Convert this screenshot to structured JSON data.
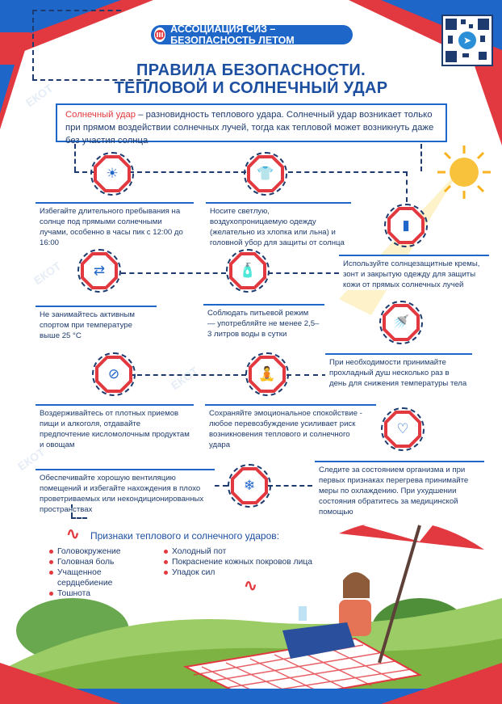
{
  "header": {
    "association": "АССОЦИАЦИЯ СИЗ – БЕЗОПАСНОСТЬ ЛЕТОМ"
  },
  "title": {
    "line1": "ПРАВИЛА БЕЗОПАСНОСТИ.",
    "line2": "ТЕПЛОВОЙ И СОЛНЕЧНЫЙ УДАР"
  },
  "definition": {
    "term": "Солнечный удар",
    "text": " – разновидность теплового удара. Солнечный удар возникает только при прямом воздействии солнечных лучей, тогда как тепловой может возникнуть даже без участия солнца"
  },
  "rules": {
    "r1": "Избегайте длительного пребывания на солнце под прямыми солнечными лучами, особенно в часы пик с 12:00 до 16:00",
    "r2": "Носите светлую, воздухопроницаемую одежду (желательно из хлопка или льна) и головной убор для защиты от солнца",
    "r3": "Используйте солнцезащитные кремы, зонт и закрытую одежду для защиты кожи от прямых солнечных лучей",
    "r4": "Не занимайтесь активным спортом при температуре выше 25 °C",
    "r5a": "Соблюдать питьевой режим",
    "r5b": "— употребляйте не менее 2,5–3 литров воды в сутки",
    "r6": "При необходимости принимайте прохладный душ несколько раз в день для снижения температуры тела",
    "r7": "Воздерживайтесь от плотных приемов пищи и алкоголя, отдавайте предпочтение кисломолочным продуктам и овощам",
    "r8": "Сохраняйте эмоциональное спокойствие - любое перевозбуждение усиливает риск возникновения теплового и солнечного удара",
    "r9": "Следите за состоянием организма и при первых признаках перегрева принимайте меры по охлаждению. При ухудшении состояния обратитесь за медицинской помощью",
    "r10": "Обеспечивайте хорошую вентиляцию помещений и избегайте нахождения в плохо проветриваемых или некондиционированных пространствах"
  },
  "symptoms": {
    "heading": "Признаки теплового и солнечного ударов:",
    "col1": [
      "Головокружение",
      "Головная боль",
      "Учащенное сердцебиение",
      "Тошнота"
    ],
    "col2": [
      "Холодный пот",
      "Покраснение кожных покровов лица",
      "Упадок сил"
    ]
  },
  "watermark": "ЕКОТ",
  "colors": {
    "accent_red": "#e2383f",
    "brand_blue": "#1e66c8",
    "text_navy": "#1d3b6e"
  },
  "icons": [
    "sun-icon",
    "shirt-icon",
    "sunscreen-icon",
    "dumbbell-icon",
    "water-bottle-icon",
    "shower-icon",
    "no-food-icon",
    "meditation-icon",
    "hands-heart-icon",
    "ventilation-icon",
    "telegram-icon"
  ]
}
